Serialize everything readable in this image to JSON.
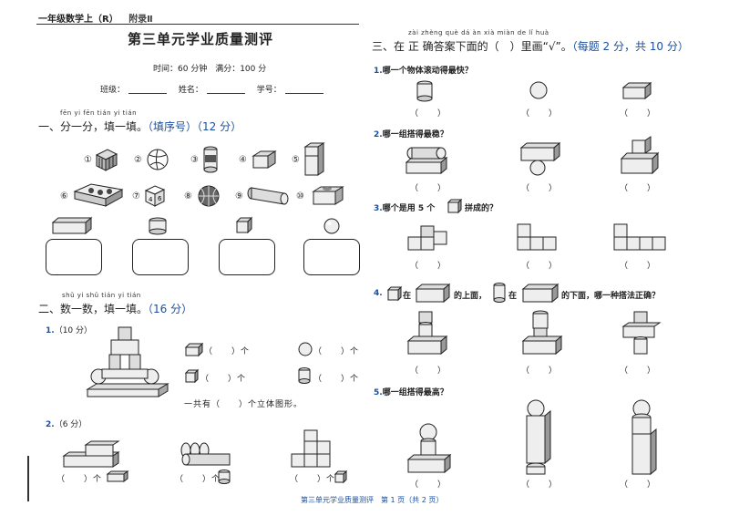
{
  "header": {
    "title": "一年级数学上（R）",
    "appendix": "附录Ⅱ"
  },
  "exam_title": "第三单元学业质量测评",
  "meta": {
    "time": "时间：60 分钟",
    "score": "满分：100 分"
  },
  "fields": {
    "class": "班级：",
    "name": "姓名：",
    "id": "学号："
  },
  "section1": {
    "pinyin": "fēn yi fēn  tián yi tián",
    "title": "一、分一分，填一填。",
    "hint": "（填序号）",
    "points": "（12 分）",
    "numbers": [
      "①",
      "②",
      "③",
      "④",
      "⑤",
      "⑥",
      "⑦",
      "⑧",
      "⑨",
      "⑩"
    ]
  },
  "section2": {
    "pinyin": "shǔ yi shǔ   tián yi tián",
    "title": "二、数一数，填一填。",
    "points": "（16 分）",
    "q1": {
      "label": "1.",
      "points": "（10 分）",
      "blanks": [
        "（　　）个",
        "（　　）个",
        "（　　）个",
        "（　　）个"
      ],
      "total": "一共有（　　）个立体图形。"
    },
    "q2": {
      "label": "2.",
      "points": "（6 分）",
      "blanks": [
        "（　　）个",
        "（　　）个",
        "（　　）个"
      ]
    }
  },
  "section3": {
    "pinyin": "zài zhèng què dá àn xià miàn de      lǐ huà",
    "title": "三、在 正 确答案下面的（　）里画“√”。",
    "points": "（每题 2 分，共 10 分）",
    "questions": [
      {
        "num": "1.",
        "text": "哪一个物体滚动得最快？"
      },
      {
        "num": "2.",
        "text": "哪一组搭得最稳？"
      },
      {
        "num": "3.",
        "text": "哪个是用 5 个",
        "text2": "拼成的？"
      },
      {
        "num": "4.",
        "text": "在",
        "text2": "的上面，",
        "text3": "在",
        "text4": "的下面，哪一种搭法正确？"
      },
      {
        "num": "5.",
        "text": "哪一组搭得最高？"
      }
    ],
    "blank": "（　　）"
  },
  "footer": "第三单元学业质量测评　第 1 页（共 2 页）"
}
